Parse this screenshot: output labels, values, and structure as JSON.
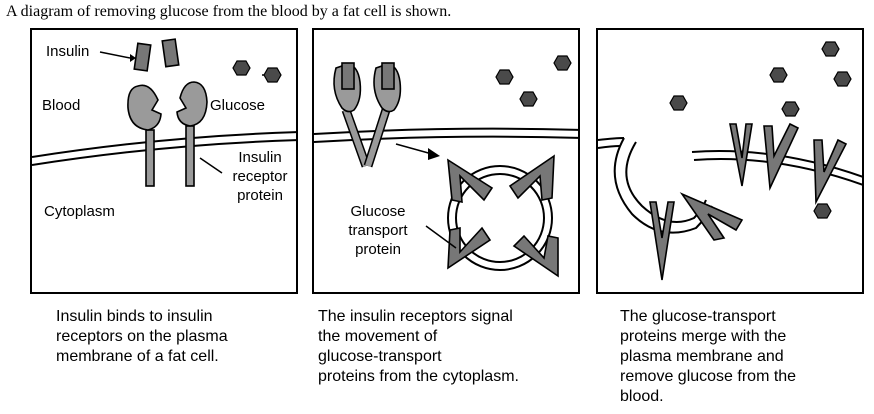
{
  "intro": "A diagram of removing glucose from the blood by a fat cell is shown.",
  "panel1": {
    "insulin": "Insulin",
    "blood": "Blood",
    "glucose": "Glucose",
    "receptor": [
      "Insulin",
      "receptor",
      "protein"
    ],
    "cytoplasm": "Cytoplasm"
  },
  "panel2": {
    "transport": [
      "Glucose",
      "transport",
      "protein"
    ]
  },
  "captions": {
    "c1": [
      "Insulin binds to insulin",
      "receptors on the plasma",
      "membrane of a fat cell."
    ],
    "c2": [
      "The insulin receptors signal",
      "the movement of",
      "glucose-transport",
      "proteins from the cytoplasm."
    ],
    "c3": [
      "The glucose-transport",
      "proteins merge with the",
      "plasma membrane and",
      "remove glucose from the",
      "blood."
    ]
  },
  "colors": {
    "protein": "#9a9a9a",
    "glucose": "#4a4a4a",
    "transport": "#777777"
  }
}
